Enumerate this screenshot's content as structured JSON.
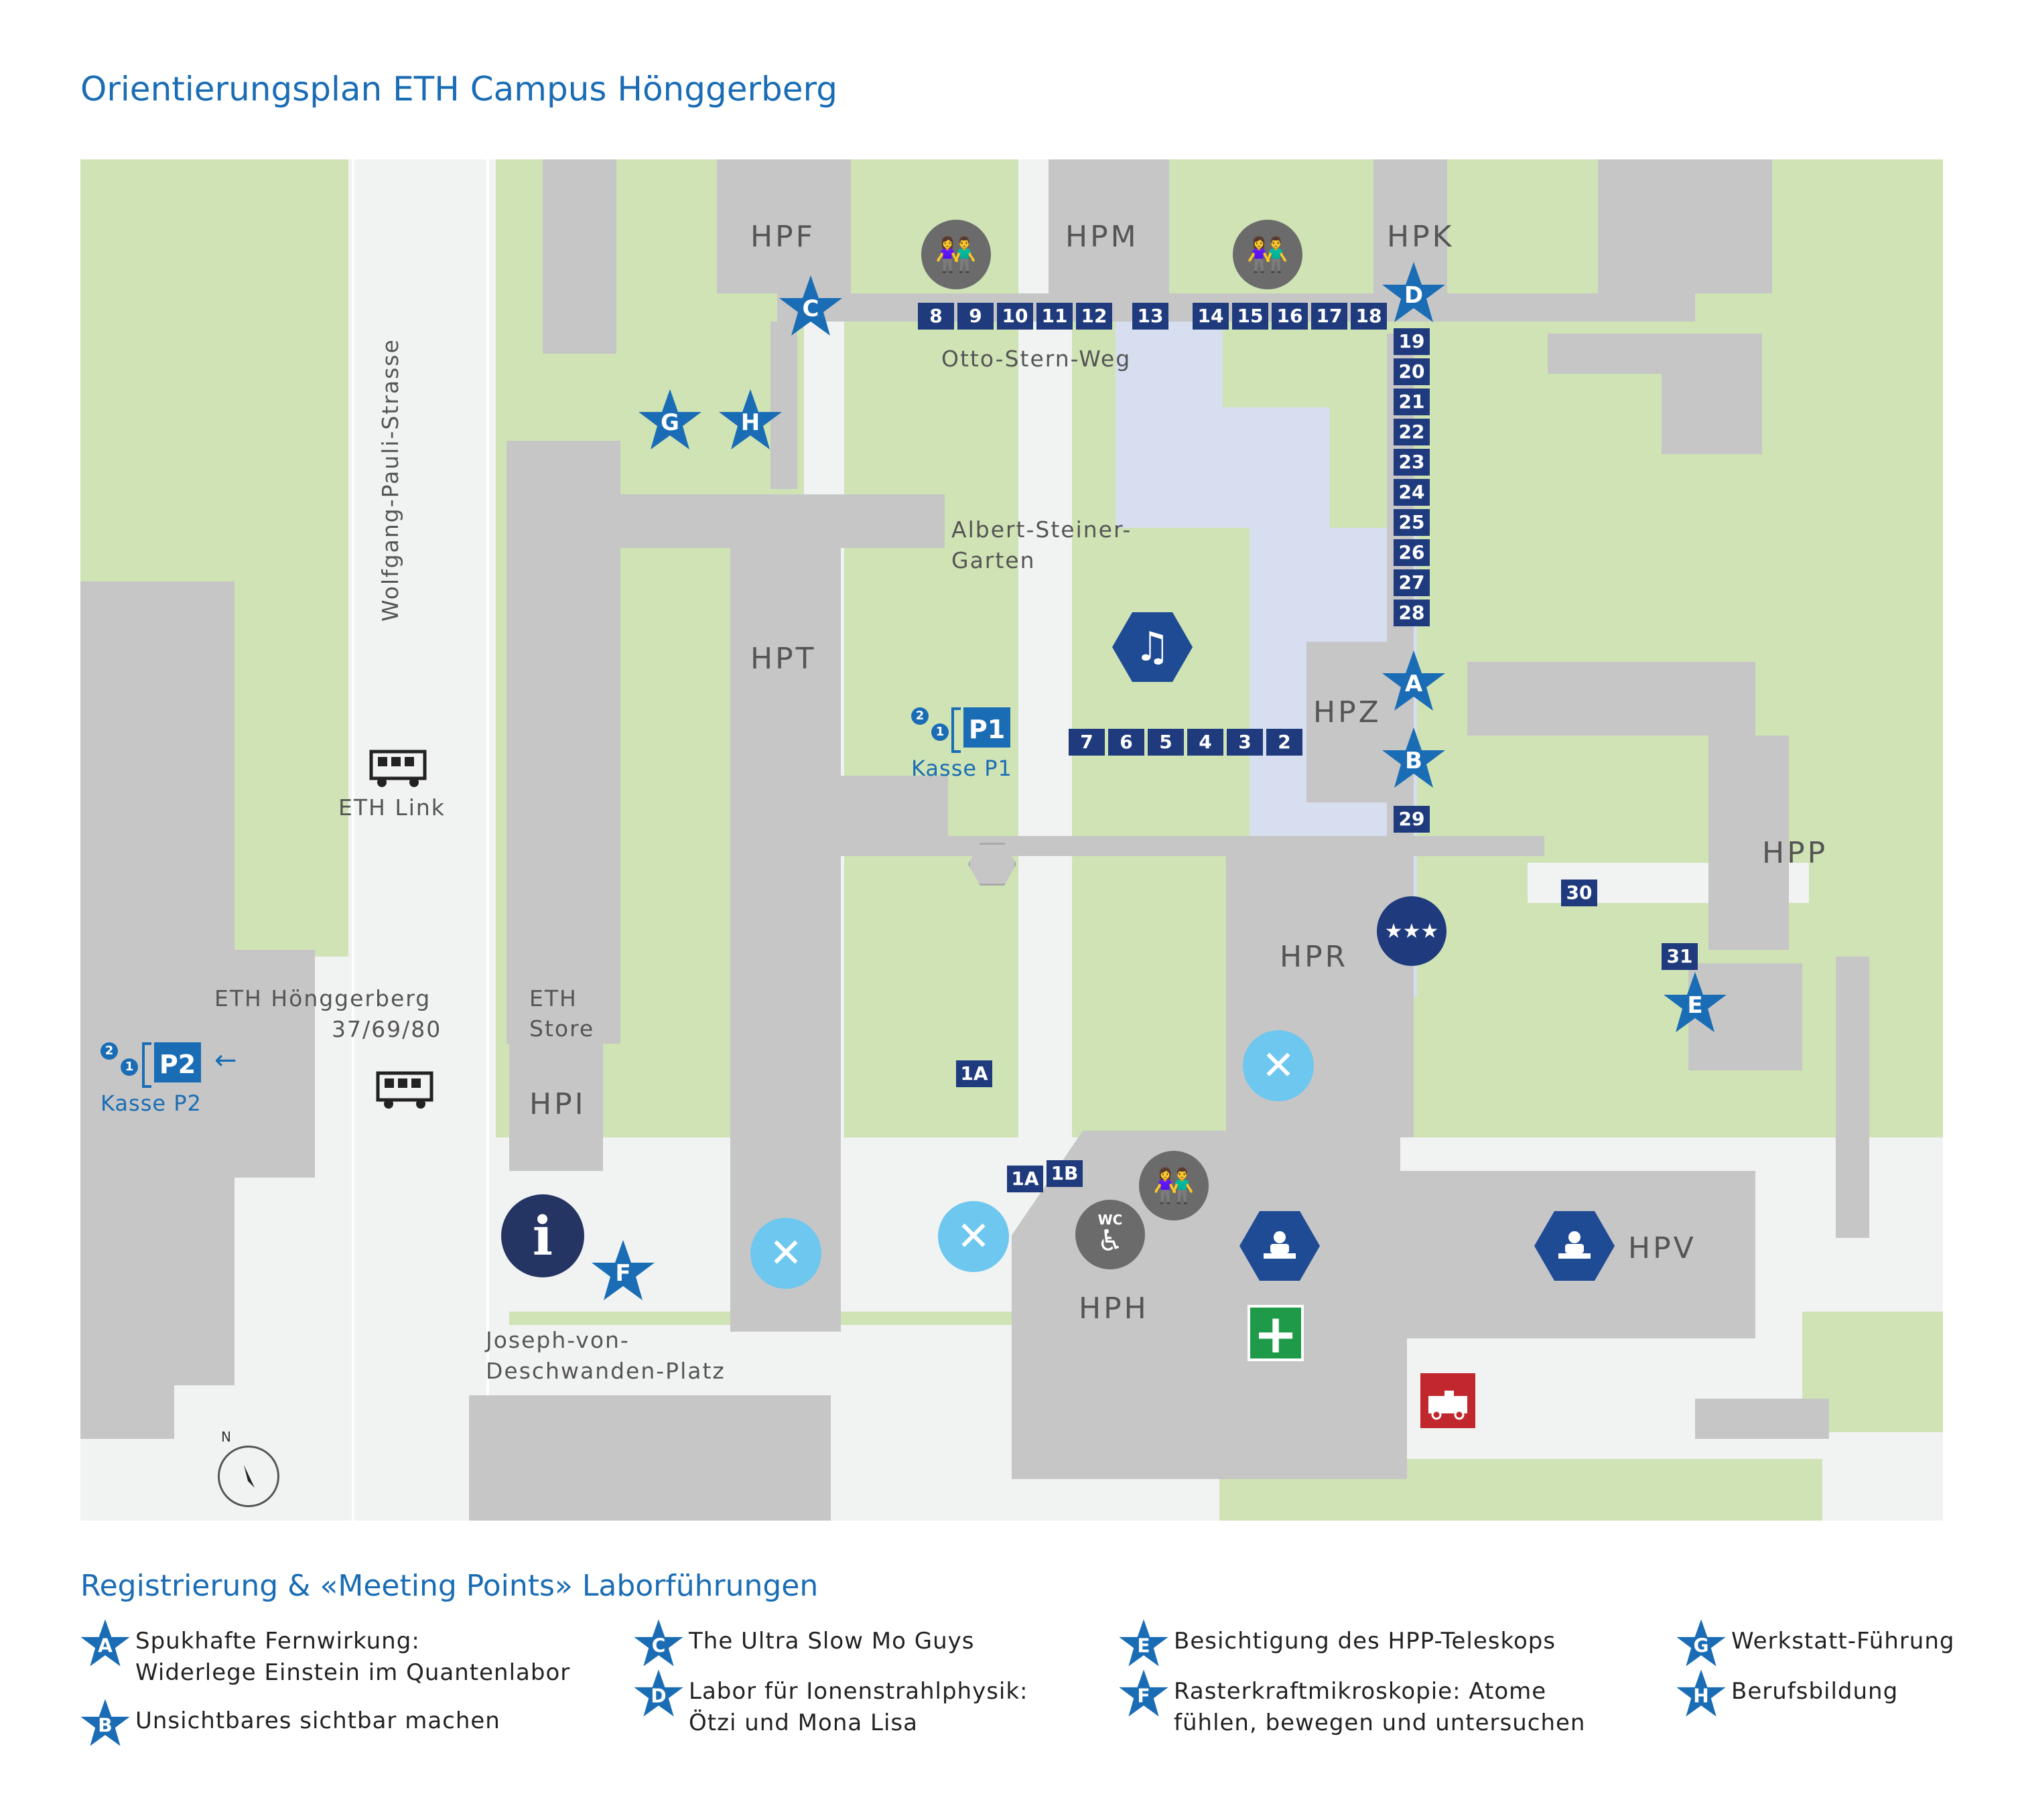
{
  "title": "Orientierungsplan ETH Campus Hönggerberg",
  "buildings": {
    "hpf": "HPF",
    "hpm": "HPM",
    "hpk": "HPK",
    "hpt": "HPT",
    "hpz": "HPZ",
    "hpp": "HPP",
    "hpr": "HPR",
    "hph": "HPH",
    "hpv": "HPV",
    "hpi": "HPI"
  },
  "streets": {
    "wolfgang": "Wolfgang-Pauli-Strasse",
    "otto": "Otto-Stern-Weg",
    "garten_1": "Albert-Steiner-",
    "garten_2": "Garten",
    "platz_1": "Joseph-von-",
    "platz_2": "Deschwanden-Platz"
  },
  "places": {
    "eth_link": "ETH Link",
    "stop_1": "ETH Hönggerberg",
    "stop_2": "37/69/80",
    "store_1": "ETH",
    "store_2": "Store",
    "kasse_p1": "Kasse P1",
    "kasse_p2": "Kasse P2",
    "p1": "P1",
    "p2": "P2",
    "num_1": "1",
    "num_2": "2",
    "arrow": "←",
    "north": "N",
    "wc": "WC"
  },
  "rooms": {
    "top_a": [
      "8",
      "9",
      "10",
      "11",
      "12"
    ],
    "top_b": [
      "13"
    ],
    "top_c": [
      "14",
      "15",
      "16",
      "17",
      "18"
    ],
    "vertical": [
      "19",
      "20",
      "21",
      "22",
      "23",
      "24",
      "25",
      "26",
      "27",
      "28"
    ],
    "row_mid": [
      "7",
      "6",
      "5",
      "4",
      "3",
      "2"
    ],
    "r29": "29",
    "r30": "30",
    "r31": "31",
    "r1a_1": "1A",
    "r1a_2": "1A",
    "r1b": "1B"
  },
  "stars": {
    "a": "A",
    "b": "B",
    "c": "C",
    "d": "D",
    "e": "E",
    "f": "F",
    "g": "G",
    "h": "H"
  },
  "legend": {
    "title": "Registrierung & «Meeting Points» Laborführungen",
    "a_1": "Spukhafte Fernwirkung:",
    "a_2": "Widerlege Einstein im Quantenlabor",
    "b": "Unsichtbares sichtbar machen",
    "c": "The Ultra Slow Mo Guys",
    "d_1": "Labor für Ionenstrahlphysik:",
    "d_2": "Ötzi und Mona Lisa",
    "e": "Besichtigung des HPP-Teleskops",
    "f_1": "Rasterkraftmikroskopie: Atome",
    "f_2": "fühlen, bewegen und untersuchen",
    "g": "Werkstatt-Führung",
    "h": "Berufsbildung"
  },
  "icons": {
    "info": "i",
    "music": "♫",
    "stars": "★★★",
    "food": "✕",
    "first_aid": "+",
    "toilets": "toilets-icon",
    "reception": "reception-icon",
    "bus": "bus-icon",
    "ambulance": "ambulance-icon"
  },
  "colors": {
    "title_blue": "#1a6db5",
    "room_navy": "#1f3b7d",
    "star_blue": "#1a6db5",
    "building_grey": "#c6c6c6",
    "park_green": "#cfe3b5",
    "water_blue": "#d6def0",
    "first_aid_green": "#1f9a48",
    "ambulance_red": "#c0282d",
    "food_light_blue": "#6ec7ef"
  }
}
